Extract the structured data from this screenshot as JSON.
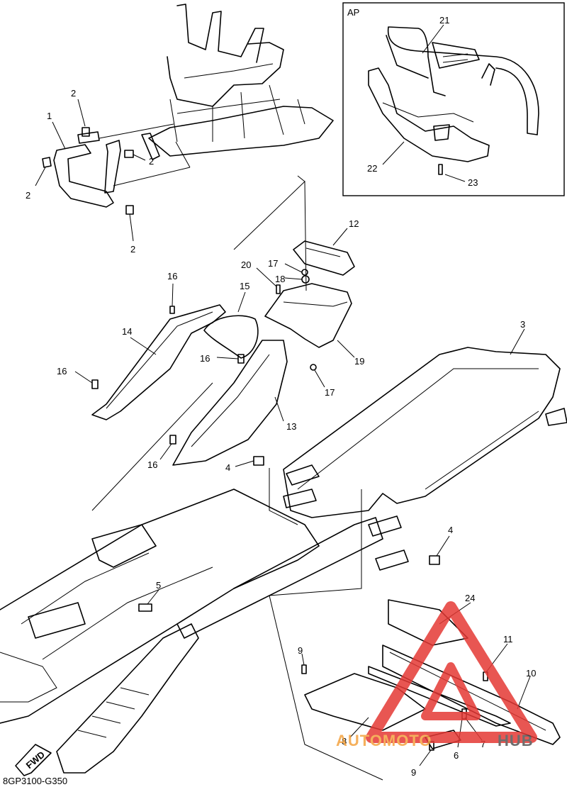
{
  "diagram": {
    "drawing_code": "8GP3100-G350",
    "inset_label": "AP",
    "fwd_label": "FWD",
    "callouts": {
      "c1": "1",
      "c2a": "2",
      "c2b": "2",
      "c2c": "2",
      "c2d": "2",
      "c3": "3",
      "c4a": "4",
      "c4b": "4",
      "c5": "5",
      "c6": "6",
      "c7": "7",
      "c8": "8",
      "c9a": "9",
      "c9b": "9",
      "c10": "10",
      "c11": "11",
      "c12": "12",
      "c13": "13",
      "c14": "14",
      "c15": "15",
      "c16a": "16",
      "c16b": "16",
      "c16c": "16",
      "c16d": "16",
      "c17a": "17",
      "c17b": "17",
      "c18": "18",
      "c19": "19",
      "c20": "20",
      "c21": "21",
      "c22": "22",
      "c23": "23",
      "c24": "24"
    }
  },
  "watermark": {
    "text_part1": "AUTOMOTO",
    "text_part2": "HUB",
    "color_primary": "#e53935",
    "color_secondary": "#f4a340",
    "color_dark": "#555555"
  }
}
